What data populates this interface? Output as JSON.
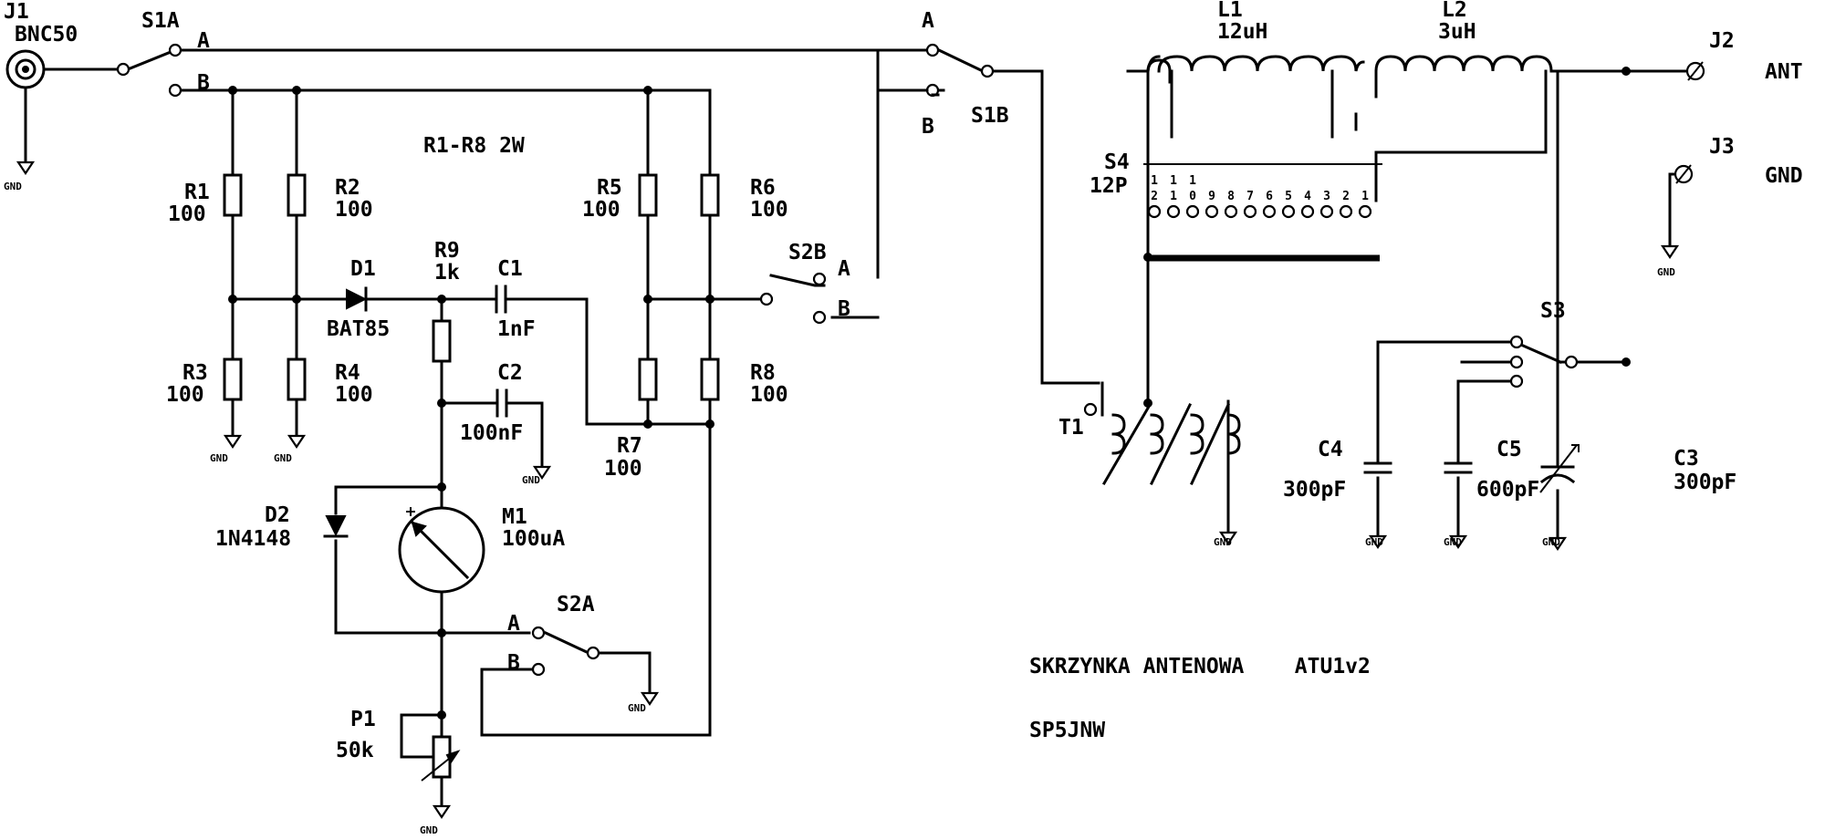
{
  "title": "SKRZYNKA ANTENOWA    ATU1v2",
  "author": "SP5JNW",
  "resistor_note": "R1-R8 2W",
  "gnd": "GND",
  "switch_positions": {
    "a": "A",
    "b": "B"
  },
  "connectors": {
    "j1": {
      "ref": "J1",
      "value": "BNC50"
    },
    "j2": {
      "ref": "J2",
      "label": "ANT"
    },
    "j3": {
      "ref": "J3",
      "label": "GND"
    }
  },
  "switches": {
    "s1a": "S1A",
    "s1b": "S1B",
    "s2a": "S2A",
    "s2b": "S2B",
    "s3": "S3",
    "s4": "S4",
    "s4_value": "12P"
  },
  "s4_taps": [
    "12",
    "11",
    "10",
    "9",
    "8",
    "7",
    "6",
    "5",
    "4",
    "3",
    "2",
    "1"
  ],
  "resistors": [
    {
      "ref": "R1",
      "value": "100"
    },
    {
      "ref": "R2",
      "value": "100"
    },
    {
      "ref": "R3",
      "value": "100"
    },
    {
      "ref": "R4",
      "value": "100"
    },
    {
      "ref": "R5",
      "value": "100"
    },
    {
      "ref": "R6",
      "value": "100"
    },
    {
      "ref": "R7",
      "value": "100"
    },
    {
      "ref": "R8",
      "value": "100"
    },
    {
      "ref": "R9",
      "value": "1k"
    }
  ],
  "diodes": {
    "d1": {
      "ref": "D1",
      "value": "BAT85"
    },
    "d2": {
      "ref": "D2",
      "value": "1N4148"
    }
  },
  "capacitors": {
    "c1": {
      "ref": "C1",
      "value": "1nF"
    },
    "c2": {
      "ref": "C2",
      "value": "100nF"
    },
    "c3": {
      "ref": "C3",
      "value": "300pF"
    },
    "c4": {
      "ref": "C4",
      "value": "300pF"
    },
    "c5": {
      "ref": "C5",
      "value": "600pF"
    }
  },
  "meter": {
    "ref": "M1",
    "value": "100uA"
  },
  "pot": {
    "ref": "P1",
    "value": "50k"
  },
  "inductors": {
    "l1": {
      "ref": "L1",
      "value": "12uH"
    },
    "l2": {
      "ref": "L2",
      "value": "3uH"
    }
  },
  "transformer": {
    "ref": "T1"
  }
}
